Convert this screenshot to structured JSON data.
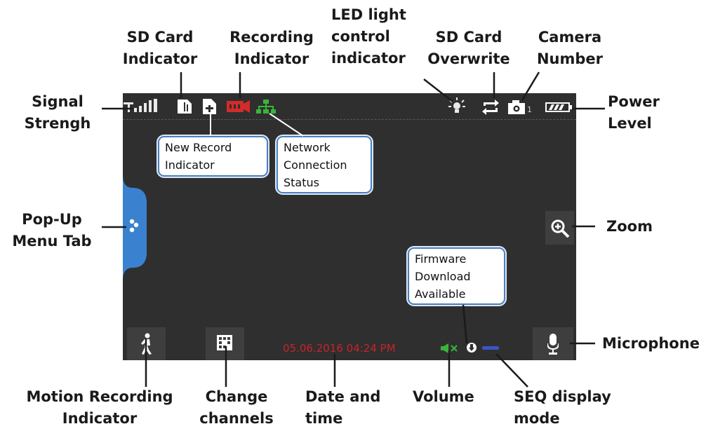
{
  "annotations": {
    "signal_strength": [
      "Signal",
      "Strengh"
    ],
    "sd_card_indicator": [
      "SD Card",
      "Indicator"
    ],
    "recording_indicator": [
      "Recording",
      "Indicator"
    ],
    "led_light": [
      "LED light",
      "control",
      "indicator"
    ],
    "sd_card_overwrite": [
      "SD Card",
      "Overwrite"
    ],
    "camera_number": [
      "Camera",
      "Number"
    ],
    "power_level": [
      "Power",
      "Level"
    ],
    "popup_menu_tab": [
      "Pop-Up",
      "Menu Tab"
    ],
    "zoom": "Zoom",
    "microphone": "Microphone",
    "motion_recording": [
      "Motion Recording",
      "Indicator"
    ],
    "change_channels": [
      "Change",
      "channels"
    ],
    "date_and_time": [
      "Date and",
      "time"
    ],
    "volume": "Volume",
    "seq_display": [
      "SEQ display",
      "mode"
    ]
  },
  "callouts": {
    "new_record": [
      "New Record",
      "Indicator"
    ],
    "network_status": [
      "Network",
      "Connection",
      "Status"
    ],
    "firmware": [
      "Firmware",
      "Download",
      "Available"
    ]
  },
  "screen": {
    "camera_number_value": "1",
    "datetime": "05.06.2016  04:24 PM"
  },
  "colors": {
    "screen_bg": "#2f2f2f",
    "popup_tab": "#3a82d0",
    "recording_red": "#d42a2a",
    "network_green": "#3ab53a",
    "datetime_red": "#c8232a",
    "callout_border": "#4a7fbf"
  }
}
